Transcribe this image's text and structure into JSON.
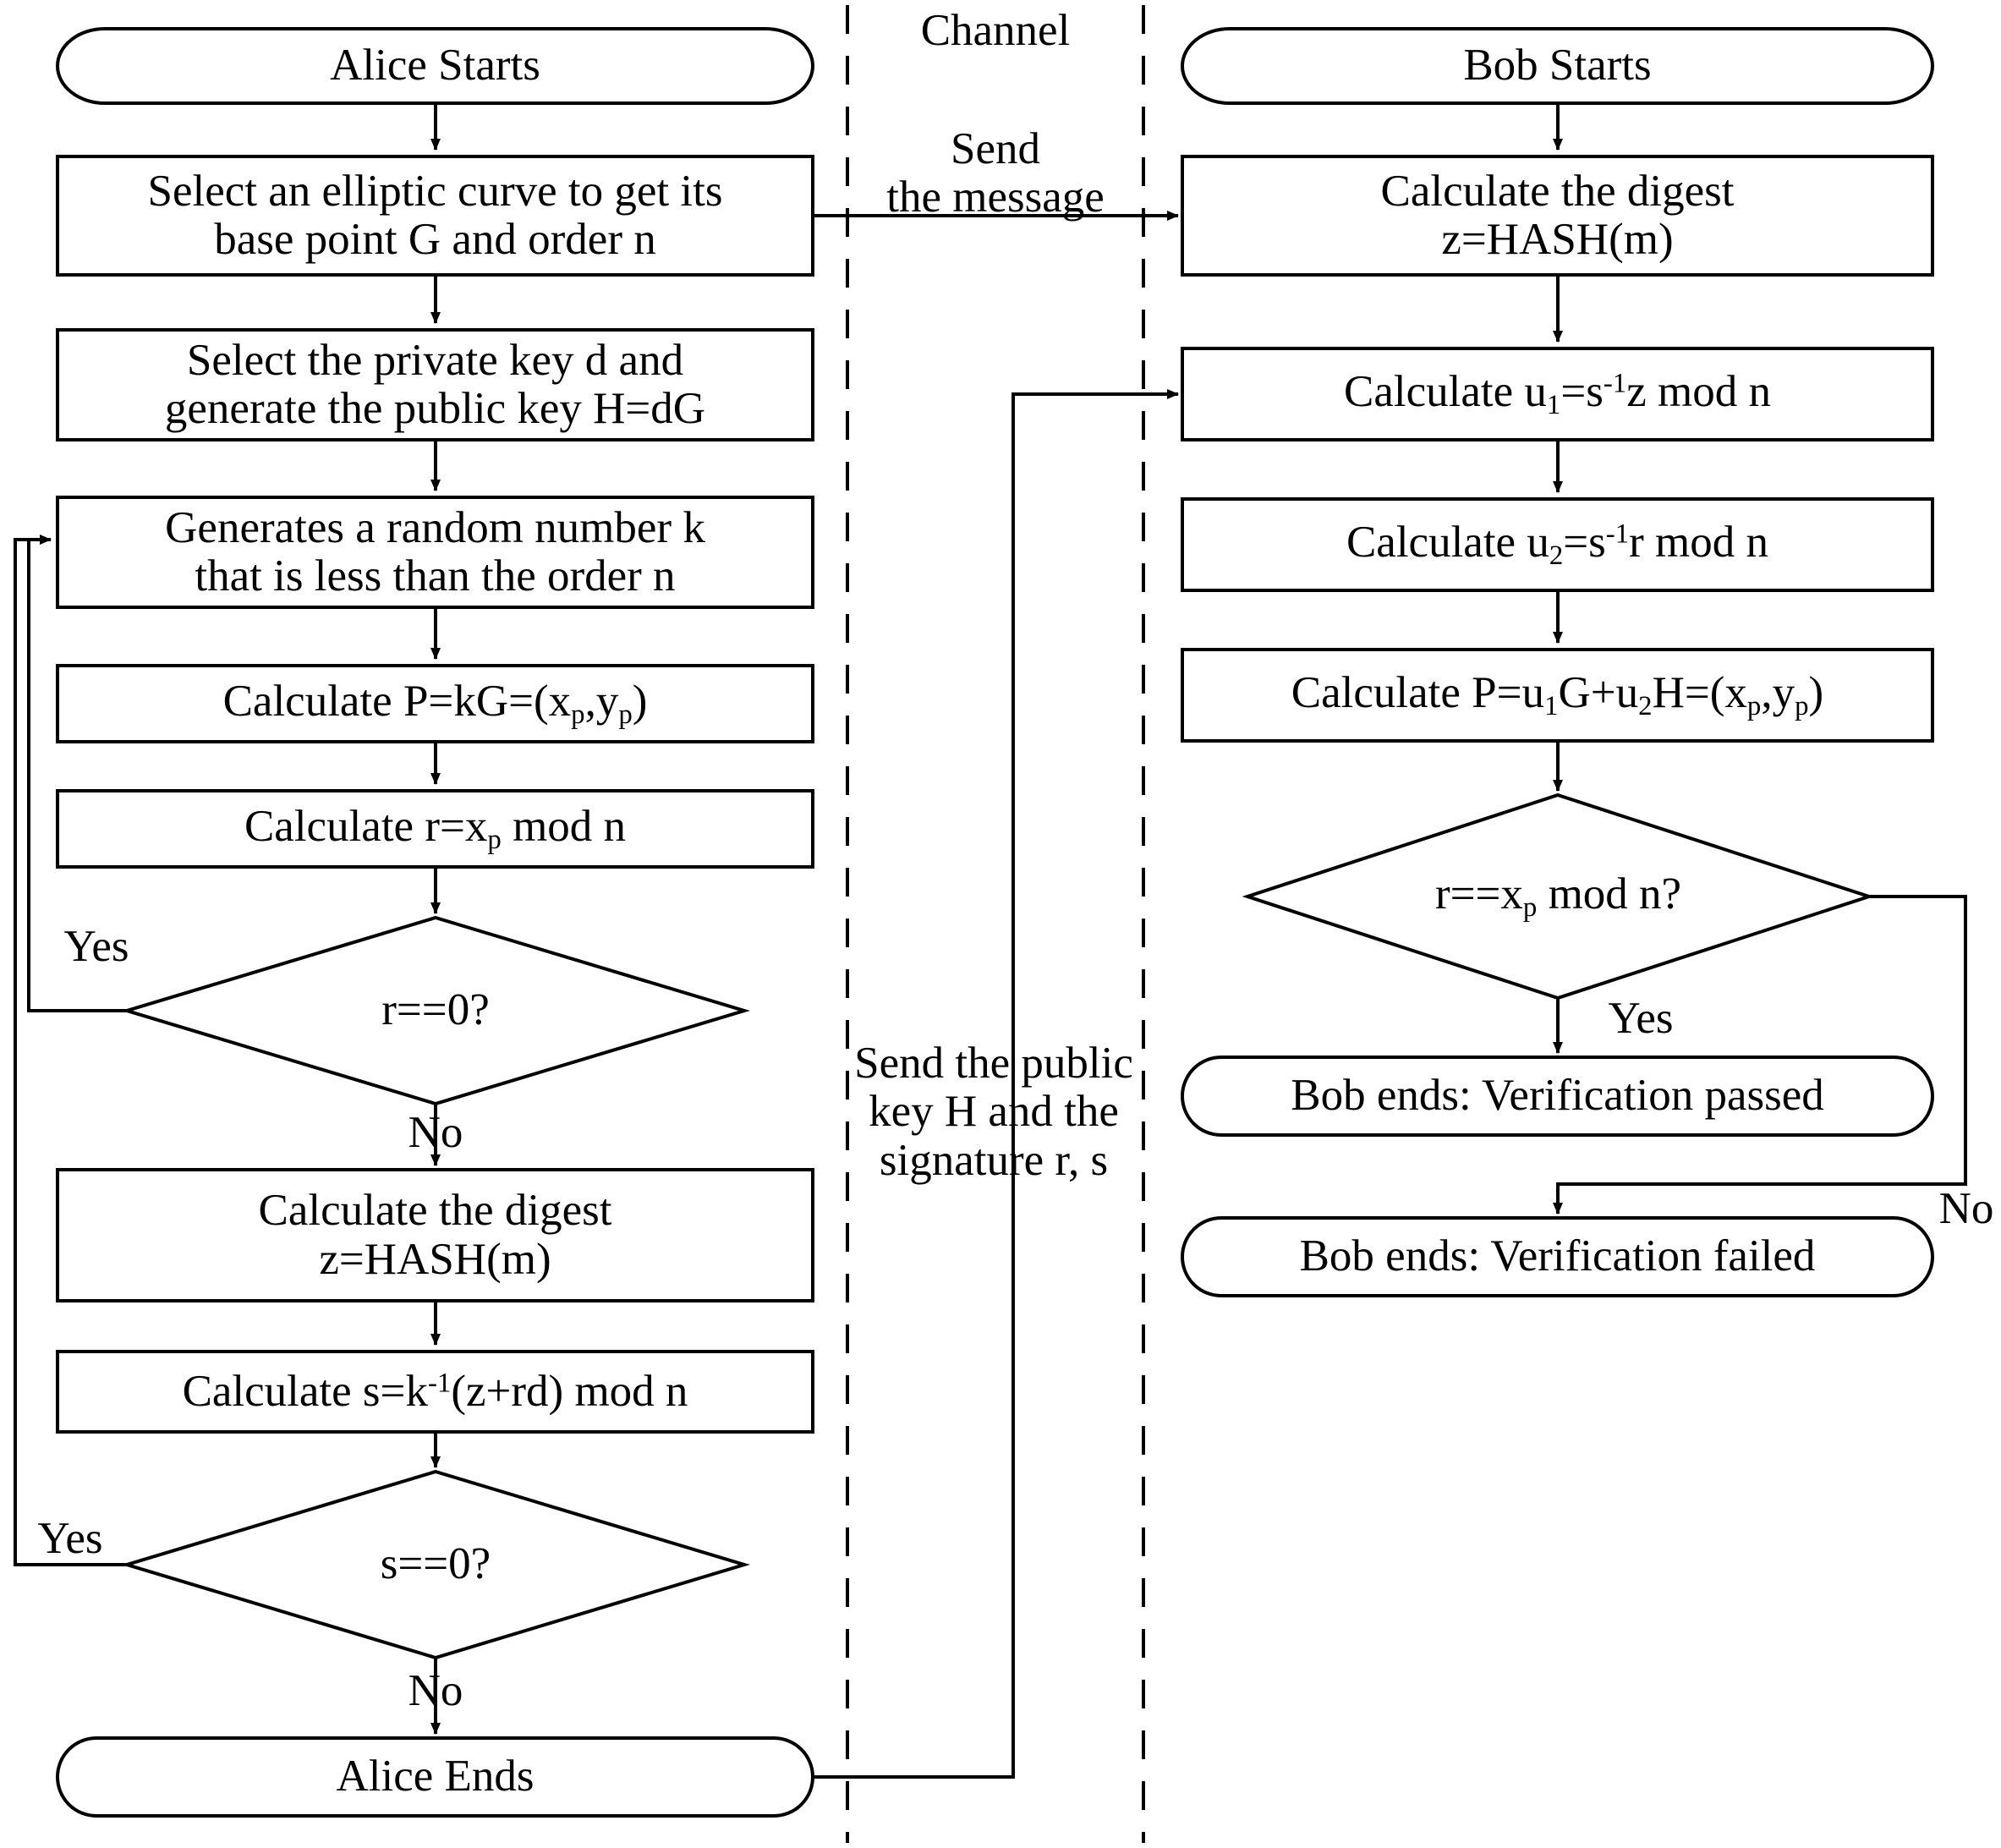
{
  "diagram": {
    "title": "ECDSA signing and verification flowchart",
    "stroke_color": "#000000",
    "fill_color": "#ffffff",
    "background": "#ffffff"
  },
  "channel": {
    "label": "Channel",
    "messages": [
      {
        "id": "send-message",
        "text": "Send\nthe message"
      },
      {
        "id": "send-key-signature",
        "text": "Send the public\nkey H and the\nsignature r, s"
      }
    ]
  },
  "alice": {
    "nodes": [
      {
        "id": "alice-start",
        "shape": "terminator",
        "text": "Alice Starts"
      },
      {
        "id": "select-curve",
        "shape": "process",
        "text": "Select an elliptic curve to get its\nbase point G and order n"
      },
      {
        "id": "select-private-key",
        "shape": "process",
        "text": "Select the private key d and\ngenerate the public key H=dG"
      },
      {
        "id": "generate-k",
        "shape": "process",
        "text": "Generates a random number k\nthat is less than the order n"
      },
      {
        "id": "calc-P",
        "shape": "process",
        "text": "Calculate P=kG=(x_p,y_p)"
      },
      {
        "id": "calc-r",
        "shape": "process",
        "text": "Calculate r=x_p mod n"
      },
      {
        "id": "decide-r-zero",
        "shape": "decision",
        "text": "r==0?"
      },
      {
        "id": "calc-digest-alice",
        "shape": "process",
        "text": "Calculate the digest\nz=HASH(m)"
      },
      {
        "id": "calc-s",
        "shape": "process",
        "text": "Calculate s=k^-1(z+rd) mod n"
      },
      {
        "id": "decide-s-zero",
        "shape": "decision",
        "text": "s==0?"
      },
      {
        "id": "alice-end",
        "shape": "terminator",
        "text": "Alice Ends"
      }
    ],
    "edge_labels": [
      {
        "id": "r-zero-yes",
        "text": "Yes"
      },
      {
        "id": "r-zero-no",
        "text": "No"
      },
      {
        "id": "s-zero-yes",
        "text": "Yes"
      },
      {
        "id": "s-zero-no",
        "text": "No"
      }
    ]
  },
  "bob": {
    "nodes": [
      {
        "id": "bob-start",
        "shape": "terminator",
        "text": "Bob Starts"
      },
      {
        "id": "calc-digest-bob",
        "shape": "process",
        "text": "Calculate the digest\nz=HASH(m)"
      },
      {
        "id": "calc-u1",
        "shape": "process",
        "text": "Calculate u_1=s^-1 z mod n"
      },
      {
        "id": "calc-u2",
        "shape": "process",
        "text": "Calculate u_2=s^-1 r mod n"
      },
      {
        "id": "calc-P-bob",
        "shape": "process",
        "text": "Calculate P=u_1 G+u_2 H=(x_p,y_p)"
      },
      {
        "id": "decide-verify",
        "shape": "decision",
        "text": "r==x_p mod n?"
      },
      {
        "id": "bob-end-passed",
        "shape": "terminator",
        "text": "Bob ends: Verification passed"
      },
      {
        "id": "bob-end-failed",
        "shape": "terminator",
        "text": "Bob ends: Verification failed"
      }
    ],
    "edge_labels": [
      {
        "id": "verify-yes",
        "text": "Yes"
      },
      {
        "id": "verify-no",
        "text": "No"
      }
    ]
  }
}
